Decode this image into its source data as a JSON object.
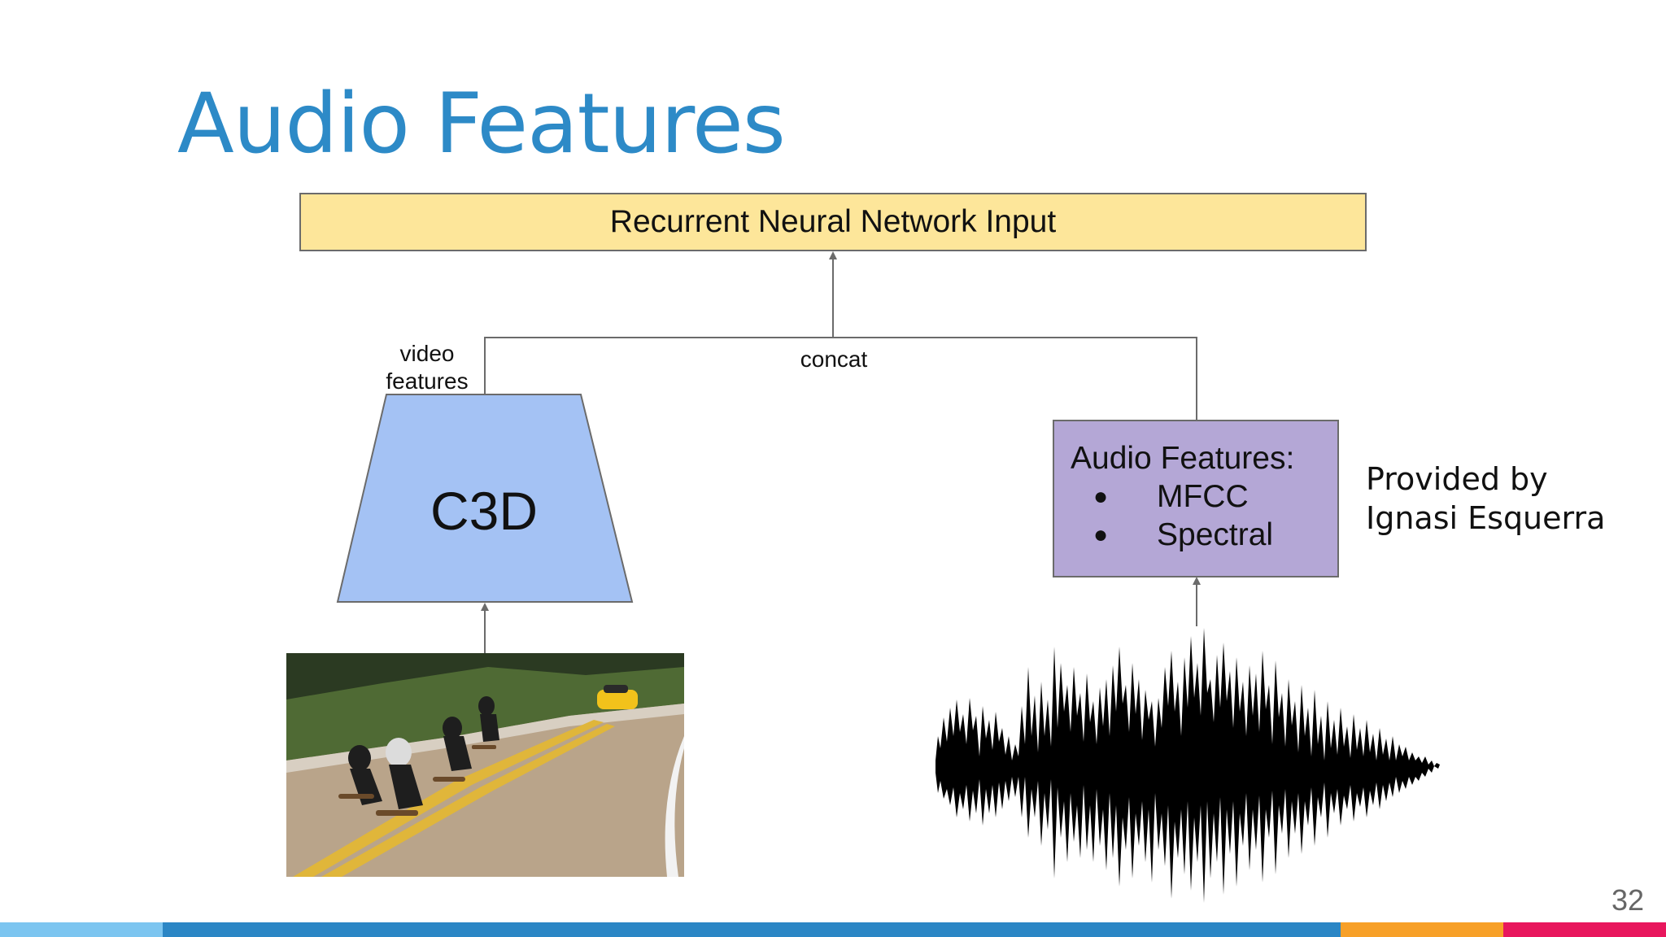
{
  "slide": {
    "title": "Audio Features",
    "page_number": "32"
  },
  "diagram": {
    "rnn_input_label": "Recurrent Neural Network Input",
    "concat_label": "concat",
    "video_features_label_line1": "video",
    "video_features_label_line2": "features",
    "c3d_label": "C3D",
    "audio_box_heading": "Audio Features:",
    "audio_box_items": [
      "MFCC",
      "Spectral"
    ],
    "bullet_glyph": "●",
    "credit_line1": "Provided by",
    "credit_line2": "Ignasi Esquerra"
  },
  "colors": {
    "title": "#2d8ac7",
    "rnn_box_fill": "#fde69a",
    "c3d_fill": "#a4c2f4",
    "audio_box_fill": "#b4a7d6",
    "bar_colors": [
      "#7cc5f0",
      "#2b86c5",
      "#f7a028",
      "#e8175d"
    ]
  }
}
